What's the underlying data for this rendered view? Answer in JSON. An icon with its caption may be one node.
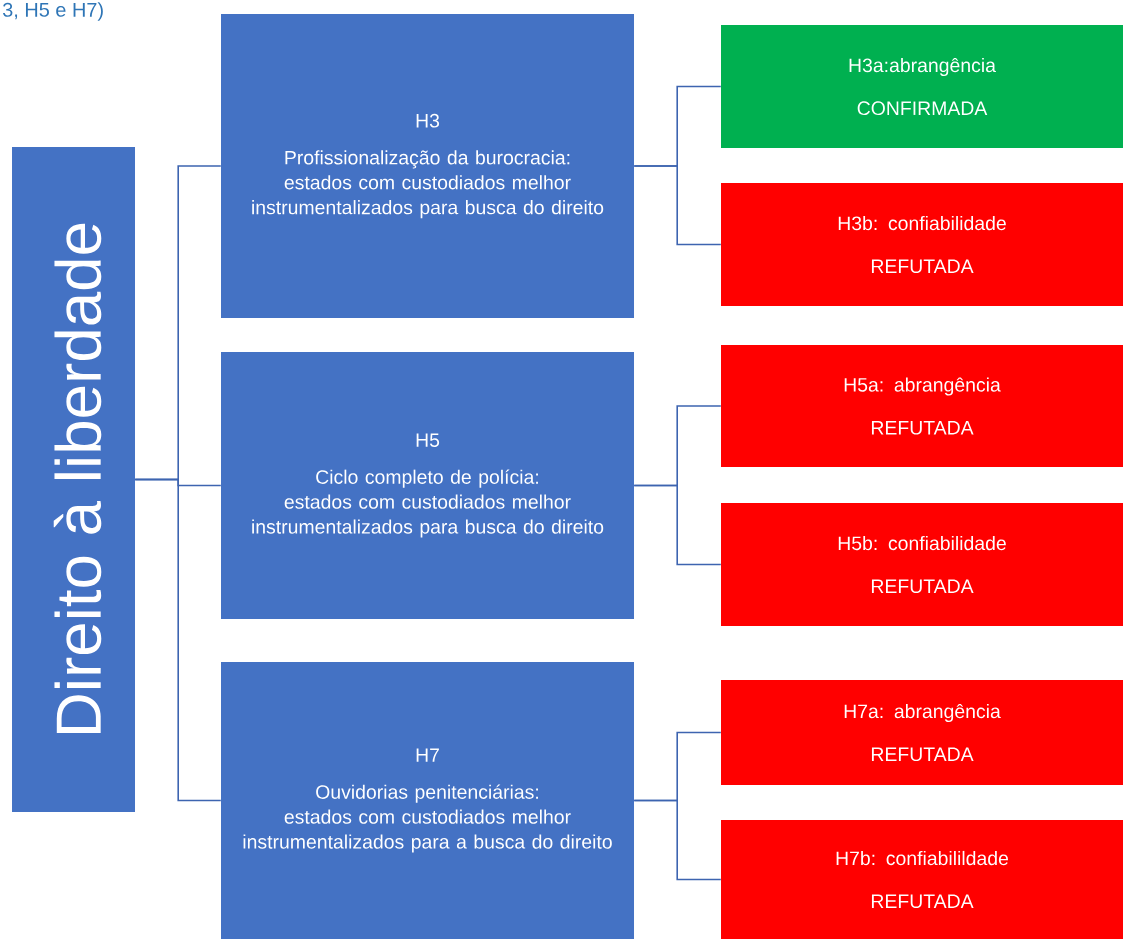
{
  "diagram": {
    "nodes": [
      {
        "text": [
          "Direito à liberdade"
        ]
      },
      {
        "text": [
          "H3",
          "Profissionalização da burocracia: estados com custodiados melhor instrumentalizados para busca do direito"
        ]
      },
      {
        "text": [
          "H3a:abrangência",
          "CONFIRMADA"
        ]
      },
      {
        "text": [
          "H3b: confiabilidade",
          "REFUTADA"
        ]
      },
      {
        "text": [
          "H5",
          "Ciclo completo de polícia: estados com custodiados melhor instrumentalizados para busca do direito"
        ]
      },
      {
        "text": [
          "H5a: abrangência",
          "REFUTADA"
        ]
      },
      {
        "text": [
          "H5b: confiabilidade",
          "REFUTADA"
        ]
      },
      {
        "text": [
          "H7",
          "Ouvidorias penitenciárias: estados com custodiados melhor instrumentalizados para a busca do direito"
        ]
      },
      {
        "text": [
          "H7a: abrangência",
          "REFUTADA"
        ]
      },
      {
        "text": [
          "H7b: confiabilildade",
          "REFUTADA"
        ]
      }
    ],
    "edges": [
      {
        "from": 0,
        "to": 1,
        "arrow": "none"
      },
      {
        "from": 0,
        "to": 4,
        "arrow": "none"
      },
      {
        "from": 0,
        "to": 7,
        "arrow": "none"
      },
      {
        "from": 1,
        "to": 2,
        "arrow": "none"
      },
      {
        "from": 1,
        "to": 3,
        "arrow": "none"
      },
      {
        "from": 4,
        "to": 5,
        "arrow": "none"
      },
      {
        "from": 4,
        "to": 6,
        "arrow": "none"
      },
      {
        "from": 7,
        "to": 8,
        "arrow": "none"
      },
      {
        "from": 7,
        "to": 9,
        "arrow": "none"
      }
    ],
    "labels": [
      "3, H5 e H7)"
    ]
  }
}
